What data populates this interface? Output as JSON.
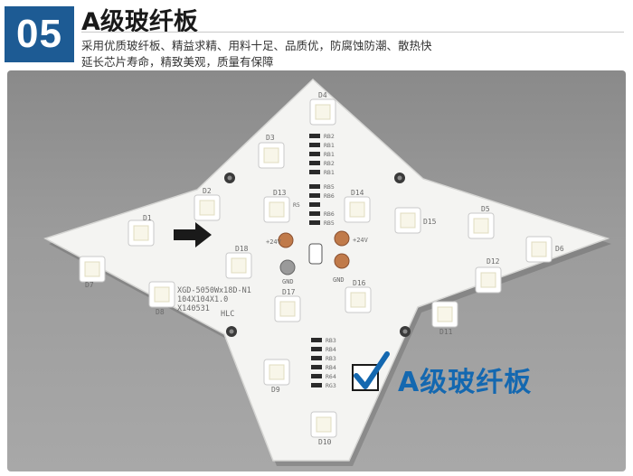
{
  "header": {
    "number": "05",
    "title": "A级玻纤板",
    "desc_line1": "采用优质玻纤板、精益求精、用料十足、品质优，防腐蚀防潮、散热快",
    "desc_line2": "延长芯片寿命，精致美观，质量有保障"
  },
  "board": {
    "stamp_text": "A级玻纤板",
    "silk_lines": [
      "XGD-5050Wx18D-N1",
      "104X104X1.0",
      "X140531",
      "HLC"
    ],
    "led_labels": [
      "D1",
      "D2",
      "D3",
      "D4",
      "D5",
      "D6",
      "D7",
      "D8",
      "D9",
      "D10",
      "D11",
      "D12",
      "D13",
      "D14",
      "D15",
      "D16",
      "D17",
      "D18"
    ],
    "pad_labels": [
      "+24V",
      "+24V",
      "GND",
      "GND"
    ],
    "resistor_labels_top": [
      "RB2",
      "RB1",
      "RB1",
      "RB2",
      "RB1",
      "RB5",
      "RB6",
      "R5",
      "RB6",
      "RB5"
    ],
    "resistor_labels_bottom": [
      "RB3",
      "RB4",
      "RB3",
      "RB4",
      "R64",
      "RG3"
    ],
    "colors": {
      "accent": "#1d5b94",
      "stamp": "#1468b0",
      "board": "#f4f4f2"
    }
  }
}
